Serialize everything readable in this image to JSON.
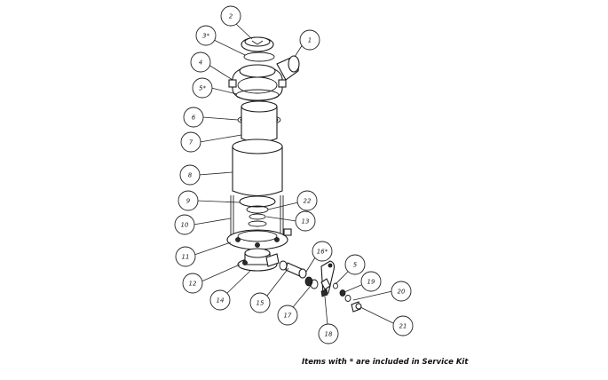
{
  "balloons": [
    {
      "label": "2"
    },
    {
      "label": "3*"
    },
    {
      "label": "1"
    },
    {
      "label": "4"
    },
    {
      "label": "5*"
    },
    {
      "label": "6"
    },
    {
      "label": "7"
    },
    {
      "label": "8"
    },
    {
      "label": "9"
    },
    {
      "label": "22"
    },
    {
      "label": "10"
    },
    {
      "label": "13"
    },
    {
      "label": "11"
    },
    {
      "label": "16*"
    },
    {
      "label": "5"
    },
    {
      "label": "12"
    },
    {
      "label": "19"
    },
    {
      "label": "14"
    },
    {
      "label": "15"
    },
    {
      "label": "20"
    },
    {
      "label": "17"
    },
    {
      "label": "21"
    },
    {
      "label": "18"
    }
  ],
  "footnote": "Items with * are included in Service Kit"
}
